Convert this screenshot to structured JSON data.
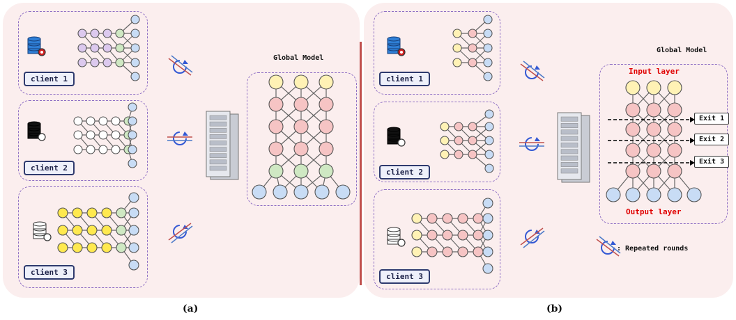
{
  "panel_a": {
    "caption": "(a)",
    "global_title": "Global Model",
    "clients": [
      {
        "label": "client 1"
      },
      {
        "label": "client 2"
      },
      {
        "label": "client 3"
      }
    ]
  },
  "panel_b": {
    "caption": "(b)",
    "global_title": "Global Model",
    "input_label": "Input layer",
    "output_label": "Output layer",
    "exits": [
      "Exit 1",
      "Exit 2",
      "Exit 3"
    ],
    "clients": [
      {
        "label": "client 1"
      },
      {
        "label": "client 2"
      },
      {
        "label": "client 3"
      }
    ],
    "legend": ": Repeated rounds"
  },
  "colors": {
    "panel_bg": "#fbeeee",
    "divider": "#c0504d",
    "purple_node": "#dcc9ee",
    "white_node": "#ffffff",
    "yellow_node": "#ffe94f",
    "light_yellow_node": "#fff2b5",
    "red_node": "#f6c4c4",
    "green_node": "#cfe8c3",
    "blue_node": "#c8dcf5",
    "arrow_red": "#c0504d",
    "arrow_blue": "#4a78c8",
    "exit_text_red": "#e00000"
  },
  "icons": [
    "database-gear-icon",
    "server-rack-icon",
    "sync-arrows-icon",
    "exit-arrow-icon"
  ]
}
